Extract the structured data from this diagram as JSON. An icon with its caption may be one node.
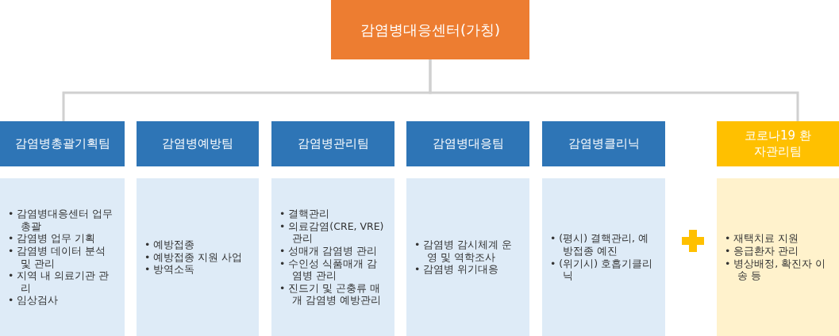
{
  "diagram": {
    "nodes": [
      {
        "text": [
          "감염병대응센터(가칭)"
        ]
      },
      {
        "text": [
          "감염병총괄기획팀"
        ]
      },
      {
        "text": [
          "감염병예방팀"
        ]
      },
      {
        "text": [
          "감염병관리팀"
        ]
      },
      {
        "text": [
          "감염병대응팀"
        ]
      },
      {
        "text": [
          "감염병클리닉"
        ]
      },
      {
        "text": [
          "코로나19 환자관리팀"
        ]
      },
      {
        "text": [
          "• 감염병대응센터 업무 총괄",
          "• 감염병 업무 기획",
          "• 감염병 데이터 분석 및 관리",
          "• 지역 내 의료기관 관리",
          "• 임상검사"
        ]
      },
      {
        "text": [
          "• 예방접종",
          "• 예방접종 지원 사업",
          "• 방역소독"
        ]
      },
      {
        "text": [
          "• 결핵관리",
          "• 의료감염(CRE, VRE) 관리",
          "• 성매개 감염병 관리",
          "• 수인성 식품매개 감염병 관리",
          "• 진드기 및 곤충류 매개 감염병 예방관리"
        ]
      },
      {
        "text": [
          "• 감염병 감시체계 운영 및 역학조사",
          "• 감염병 위기대응"
        ]
      },
      {
        "text": [
          "• (평시) 결핵관리, 예방접종 예진",
          "• (위기시) 호흡기클리닉"
        ]
      },
      {
        "text": [
          "• 재택치료 지원",
          "• 응급환자 관리",
          "• 병상배정, 확진자 이송 등"
        ]
      }
    ],
    "edges": [
      {
        "from": 0,
        "to": 1,
        "arrow": "none"
      },
      {
        "from": 0,
        "to": 6,
        "arrow": "none"
      }
    ]
  }
}
